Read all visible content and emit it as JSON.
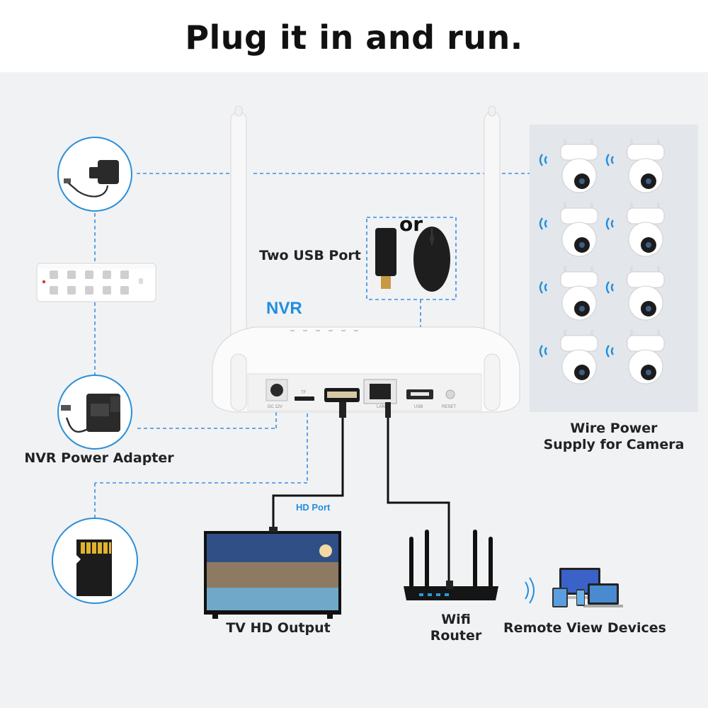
{
  "title": "Plug it in and run.",
  "labels": {
    "nvr": "NVR",
    "two_usb_port": "Two USB Port",
    "or": "or",
    "nvr_power_adapter": "NVR Power Adapter",
    "wire_power_line1": "Wire Power",
    "wire_power_line2": "Supply for Camera",
    "hd_port": "HD Port",
    "tv_hd_output": "TV HD Output",
    "wifi_router_line1": "Wifi",
    "wifi_router_line2": "Router",
    "remote_view_devices": "Remote View Devices"
  },
  "ports": [
    "DC 12V",
    "TF",
    "LAN",
    "USB",
    "RESET"
  ],
  "colors": {
    "accent": "#1f8ee0",
    "dashed": "#3a8fe0",
    "background": "#f1f2f4"
  }
}
